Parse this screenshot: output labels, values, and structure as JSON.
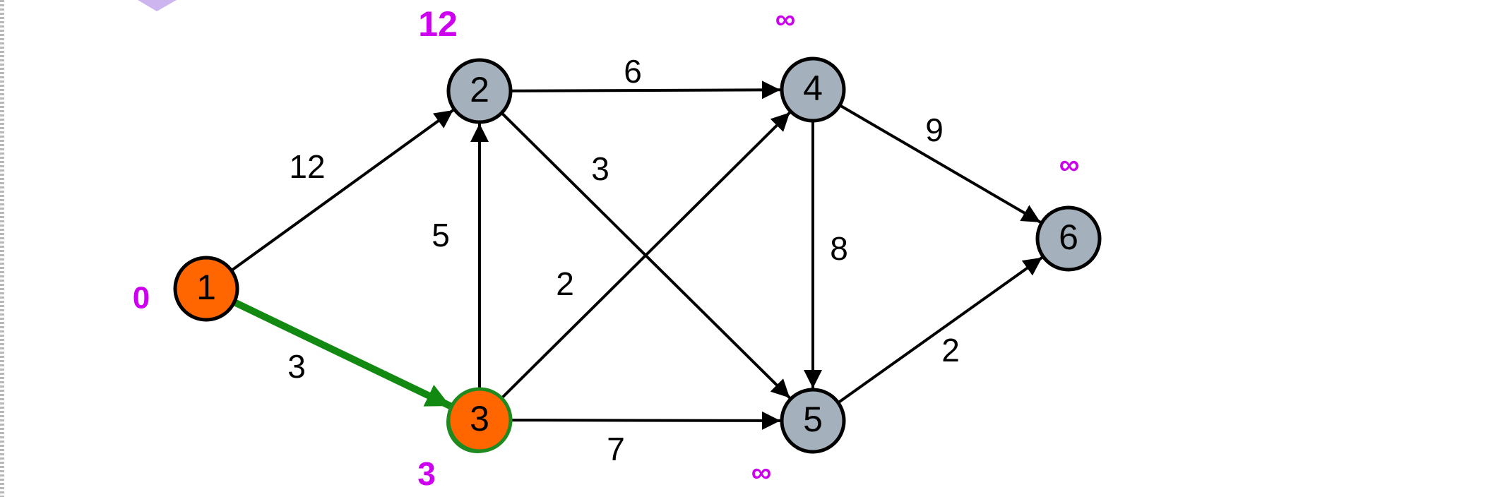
{
  "colors": {
    "node_default": "#a4b0bc",
    "node_visited": "#ff6600",
    "node_stroke": "#000000",
    "node_current_stroke": "#1f8a1f",
    "edge": "#000000",
    "edge_highlight": "#128a12",
    "distance_text": "#cc00ee",
    "corner_accent": "#cdb6f0"
  },
  "nodes": [
    {
      "id": "1",
      "label": "1",
      "state": "visited",
      "distance": "0"
    },
    {
      "id": "2",
      "label": "2",
      "state": "default",
      "distance": "12"
    },
    {
      "id": "3",
      "label": "3",
      "state": "current",
      "distance": "3"
    },
    {
      "id": "4",
      "label": "4",
      "state": "default",
      "distance": "∞"
    },
    {
      "id": "5",
      "label": "5",
      "state": "default",
      "distance": "∞"
    },
    {
      "id": "6",
      "label": "6",
      "state": "default",
      "distance": "∞"
    }
  ],
  "edges": [
    {
      "from": "1",
      "to": "2",
      "weight": "12",
      "highlight": false
    },
    {
      "from": "1",
      "to": "3",
      "weight": "3",
      "highlight": true
    },
    {
      "from": "3",
      "to": "2",
      "weight": "5",
      "highlight": false
    },
    {
      "from": "2",
      "to": "4",
      "weight": "6",
      "highlight": false
    },
    {
      "from": "2",
      "to": "5",
      "weight": "3",
      "highlight": false
    },
    {
      "from": "3",
      "to": "4",
      "weight": "2",
      "highlight": false
    },
    {
      "from": "3",
      "to": "5",
      "weight": "7",
      "highlight": false
    },
    {
      "from": "4",
      "to": "5",
      "weight": "8",
      "highlight": false
    },
    {
      "from": "4",
      "to": "6",
      "weight": "9",
      "highlight": false
    },
    {
      "from": "5",
      "to": "6",
      "weight": "2",
      "highlight": false
    }
  ]
}
